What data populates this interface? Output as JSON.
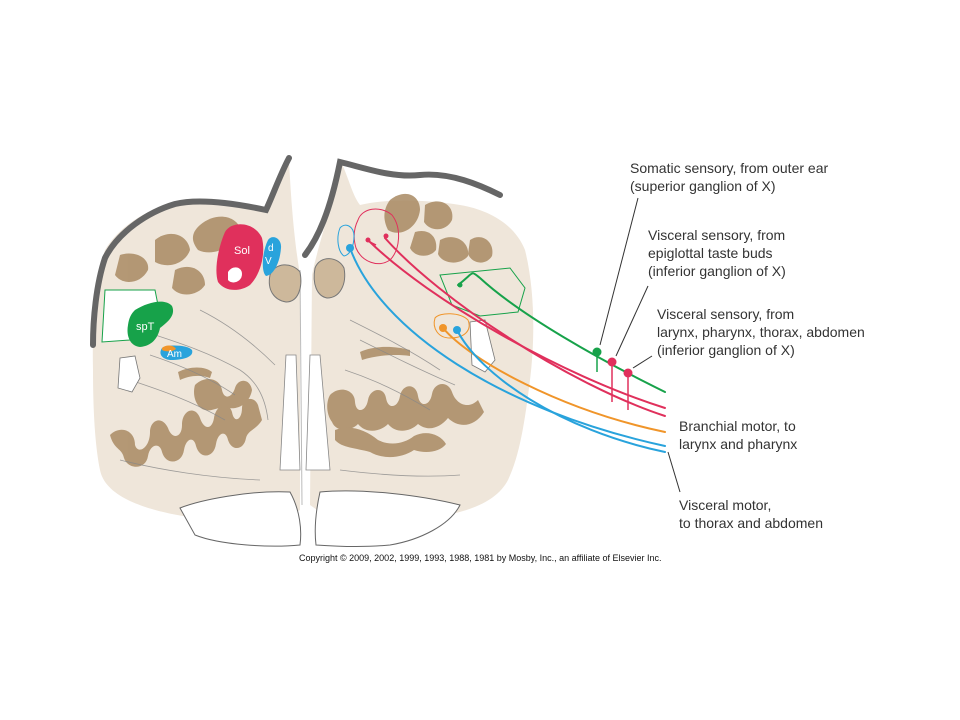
{
  "colors": {
    "tissue": "#efe6da",
    "gray_matter": "#a98a63",
    "outline": "#666666",
    "green": "#17a24a",
    "red": "#e0305c",
    "orange": "#f0952a",
    "blue": "#29a3dc"
  },
  "nuclei": {
    "sol": "Sol",
    "dv_top": "d",
    "dv_bottom": "V",
    "spt": "spT",
    "am": "Am"
  },
  "labels": {
    "somatic_sensory": [
      "Somatic sensory, from outer ear",
      "(superior ganglion of X)"
    ],
    "visceral_sensory_taste": [
      "Visceral sensory, from",
      "epiglottal taste buds",
      "(inferior ganglion of X)"
    ],
    "visceral_sensory_organs": [
      "Visceral sensory, from",
      "larynx, pharynx, thorax, abdomen",
      "(inferior ganglion of X)"
    ],
    "branchial_motor": [
      "Branchial motor, to",
      "larynx and pharynx"
    ],
    "visceral_motor": [
      "Visceral motor,",
      "to thorax and abdomen"
    ]
  },
  "copyright": "Copyright © 2009, 2002, 1999, 1993, 1988, 1981 by Mosby, Inc., an affiliate of Elsevier Inc."
}
